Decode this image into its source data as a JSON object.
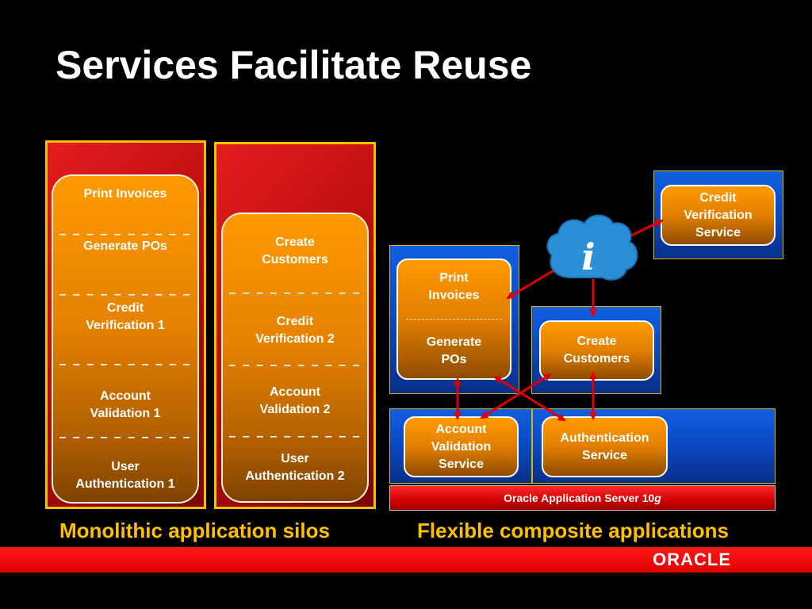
{
  "title": "Services Facilitate Reuse",
  "silo1": {
    "items": [
      "Print Invoices",
      "Generate POs",
      "Credit\nVerification 1",
      "Account\nValidation 1",
      "User\nAuthentication 1"
    ],
    "divider": "– – – – – – – – – –"
  },
  "silo2": {
    "items": [
      "Create\nCustomers",
      "Credit\nVerification 2",
      "Account\nValidation  2",
      "User\nAuthentication 2"
    ],
    "divider": "– – – – – – – – – –"
  },
  "composite": {
    "print_invoices": "Print\nInvoices",
    "generate_pos": "Generate\nPOs",
    "create_customers": "Create\nCustomers",
    "credit_verification_service": "Credit\nVerification\nService",
    "account_validation_service": "Account\nValidation\nService",
    "authentication_service": "Authentication\nService",
    "app_server_label": "Oracle Application Server 10",
    "app_server_suffix": "g"
  },
  "captions": {
    "left": "Monolithic application silos",
    "right": "Flexible composite applications"
  },
  "logo": "ORACLE",
  "colors": {
    "arrow": "#e00000",
    "cloud": "#2a8fd6",
    "accent": "#ffc000"
  }
}
